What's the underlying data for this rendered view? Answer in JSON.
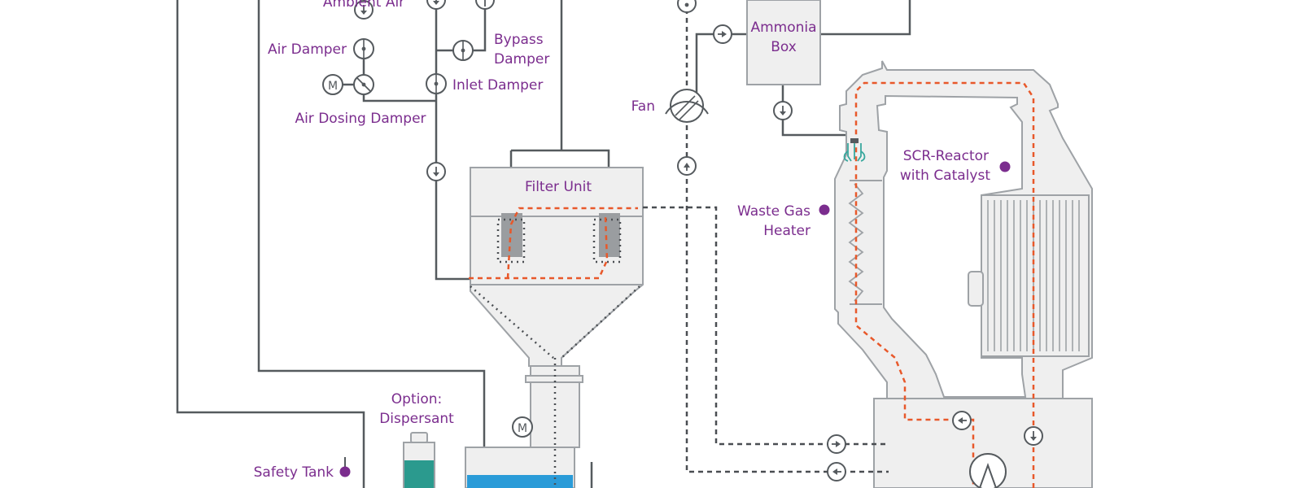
{
  "labels": {
    "ambient_air": "Ambient Air",
    "air_damper": "Air Damper",
    "bypass_damper_1": "Bypass",
    "bypass_damper_2": "Damper",
    "inlet_damper": "Inlet Damper",
    "air_dosing_damper": "Air Dosing Damper",
    "motor": "M",
    "fan": "Fan",
    "ammonia_box_1": "Ammonia",
    "ammonia_box_2": "Box",
    "filter_unit": "Filter Unit",
    "waste_gas_heater_1": "Waste Gas",
    "waste_gas_heater_2": "Heater",
    "scr_reactor_1": "SCR-Reactor",
    "scr_reactor_2": "with Catalyst",
    "option_dispersant_1": "Option:",
    "option_dispersant_2": "Dispersant",
    "safety_tank": "Safety Tank"
  },
  "colors": {
    "label": "#7b2d8e",
    "pipe": "#555a5e",
    "flue_gas_path": "#e8582a",
    "equipment_fill": "#efefef",
    "marker": "#7b2d8e",
    "liquid": "#2b9a8e",
    "water": "#2a9bd8",
    "injector": "#3aa89e"
  },
  "icons": [
    "arrow-circle-icon",
    "damper-icon",
    "motor-icon",
    "fan-icon",
    "injector-icon",
    "heat-exchanger-icon",
    "marker-dot-icon"
  ]
}
